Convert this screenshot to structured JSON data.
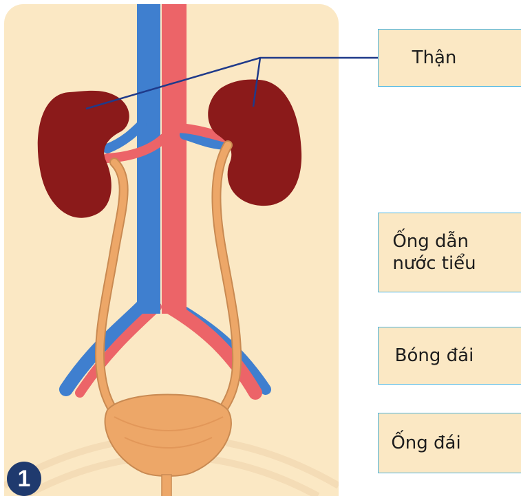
{
  "figure_number": "1",
  "labels": {
    "than": "Thận",
    "ong_dan_nuoc_tieu_line1": "Ống dẫn",
    "ong_dan_nuoc_tieu_line2": "nước tiểu",
    "bong_dai": "Bóng đái",
    "ong_dai": "Ống đái"
  },
  "colors": {
    "panel_background": "#fbe8c4",
    "kidney": "#8b1a1a",
    "vein": "#3f7fcf",
    "artery": "#ec6468",
    "ureter_bladder": "#eda768",
    "box_border": "#4ab3de",
    "leader_line": "#1f3a8a",
    "badge": "#1f3a6e"
  },
  "icons": {
    "badge": "number-badge-icon"
  }
}
